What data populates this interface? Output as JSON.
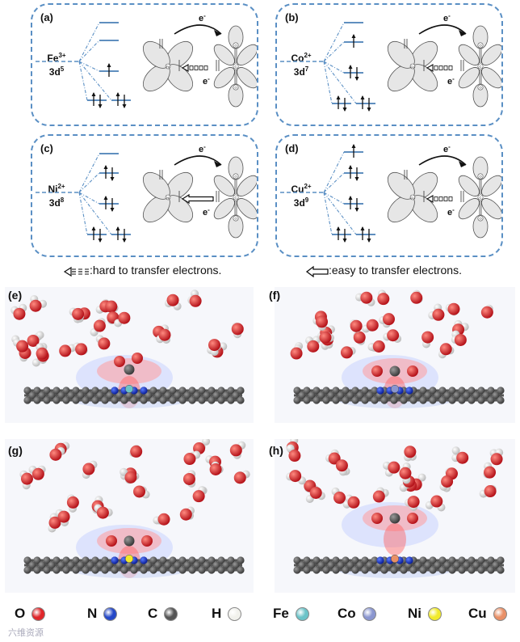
{
  "panels": [
    {
      "id": "a",
      "label": "(a)",
      "ion": "Fe",
      "charge": "3+",
      "config_base": "3d",
      "config_exp": "5",
      "metal_atom": "Fe",
      "arrow": "hard"
    },
    {
      "id": "b",
      "label": "(b)",
      "ion": "Co",
      "charge": "2+",
      "config_base": "3d",
      "config_exp": "7",
      "metal_atom": "Co",
      "arrow": "hard"
    },
    {
      "id": "c",
      "label": "(c)",
      "ion": "Ni",
      "charge": "2+",
      "config_base": "3d",
      "config_exp": "8",
      "metal_atom": "Ni",
      "arrow": "easy"
    },
    {
      "id": "d",
      "label": "(d)",
      "ion": "Cu",
      "charge": "2+",
      "config_base": "3d",
      "config_exp": "9",
      "metal_atom": "Cu",
      "arrow": "hard"
    }
  ],
  "electron_label": "e",
  "electron_sup": "-",
  "legend_notes": {
    "hard": ":hard to transfer electrons.",
    "easy": ":easy to transfer electrons."
  },
  "sim_panels": [
    {
      "id": "e",
      "label": "(e)"
    },
    {
      "id": "f",
      "label": "(f)"
    },
    {
      "id": "g",
      "label": "(g)"
    },
    {
      "id": "h",
      "label": "(h)"
    }
  ],
  "atom_legend": [
    {
      "symbol": "O",
      "color": "#e0262a"
    },
    {
      "symbol": "N",
      "color": "#2548c8"
    },
    {
      "symbol": "C",
      "color": "#555555"
    },
    {
      "symbol": "H",
      "color": "#f1f1ec"
    },
    {
      "symbol": "Fe",
      "color": "#6cc3c8"
    },
    {
      "symbol": "Co",
      "color": "#8a96d0"
    },
    {
      "symbol": "Ni",
      "color": "#f1ea2b"
    },
    {
      "symbol": "Cu",
      "color": "#e99067"
    }
  ],
  "co_atoms": {
    "o": "O",
    "c": "C"
  },
  "watermark": "六维资源"
}
